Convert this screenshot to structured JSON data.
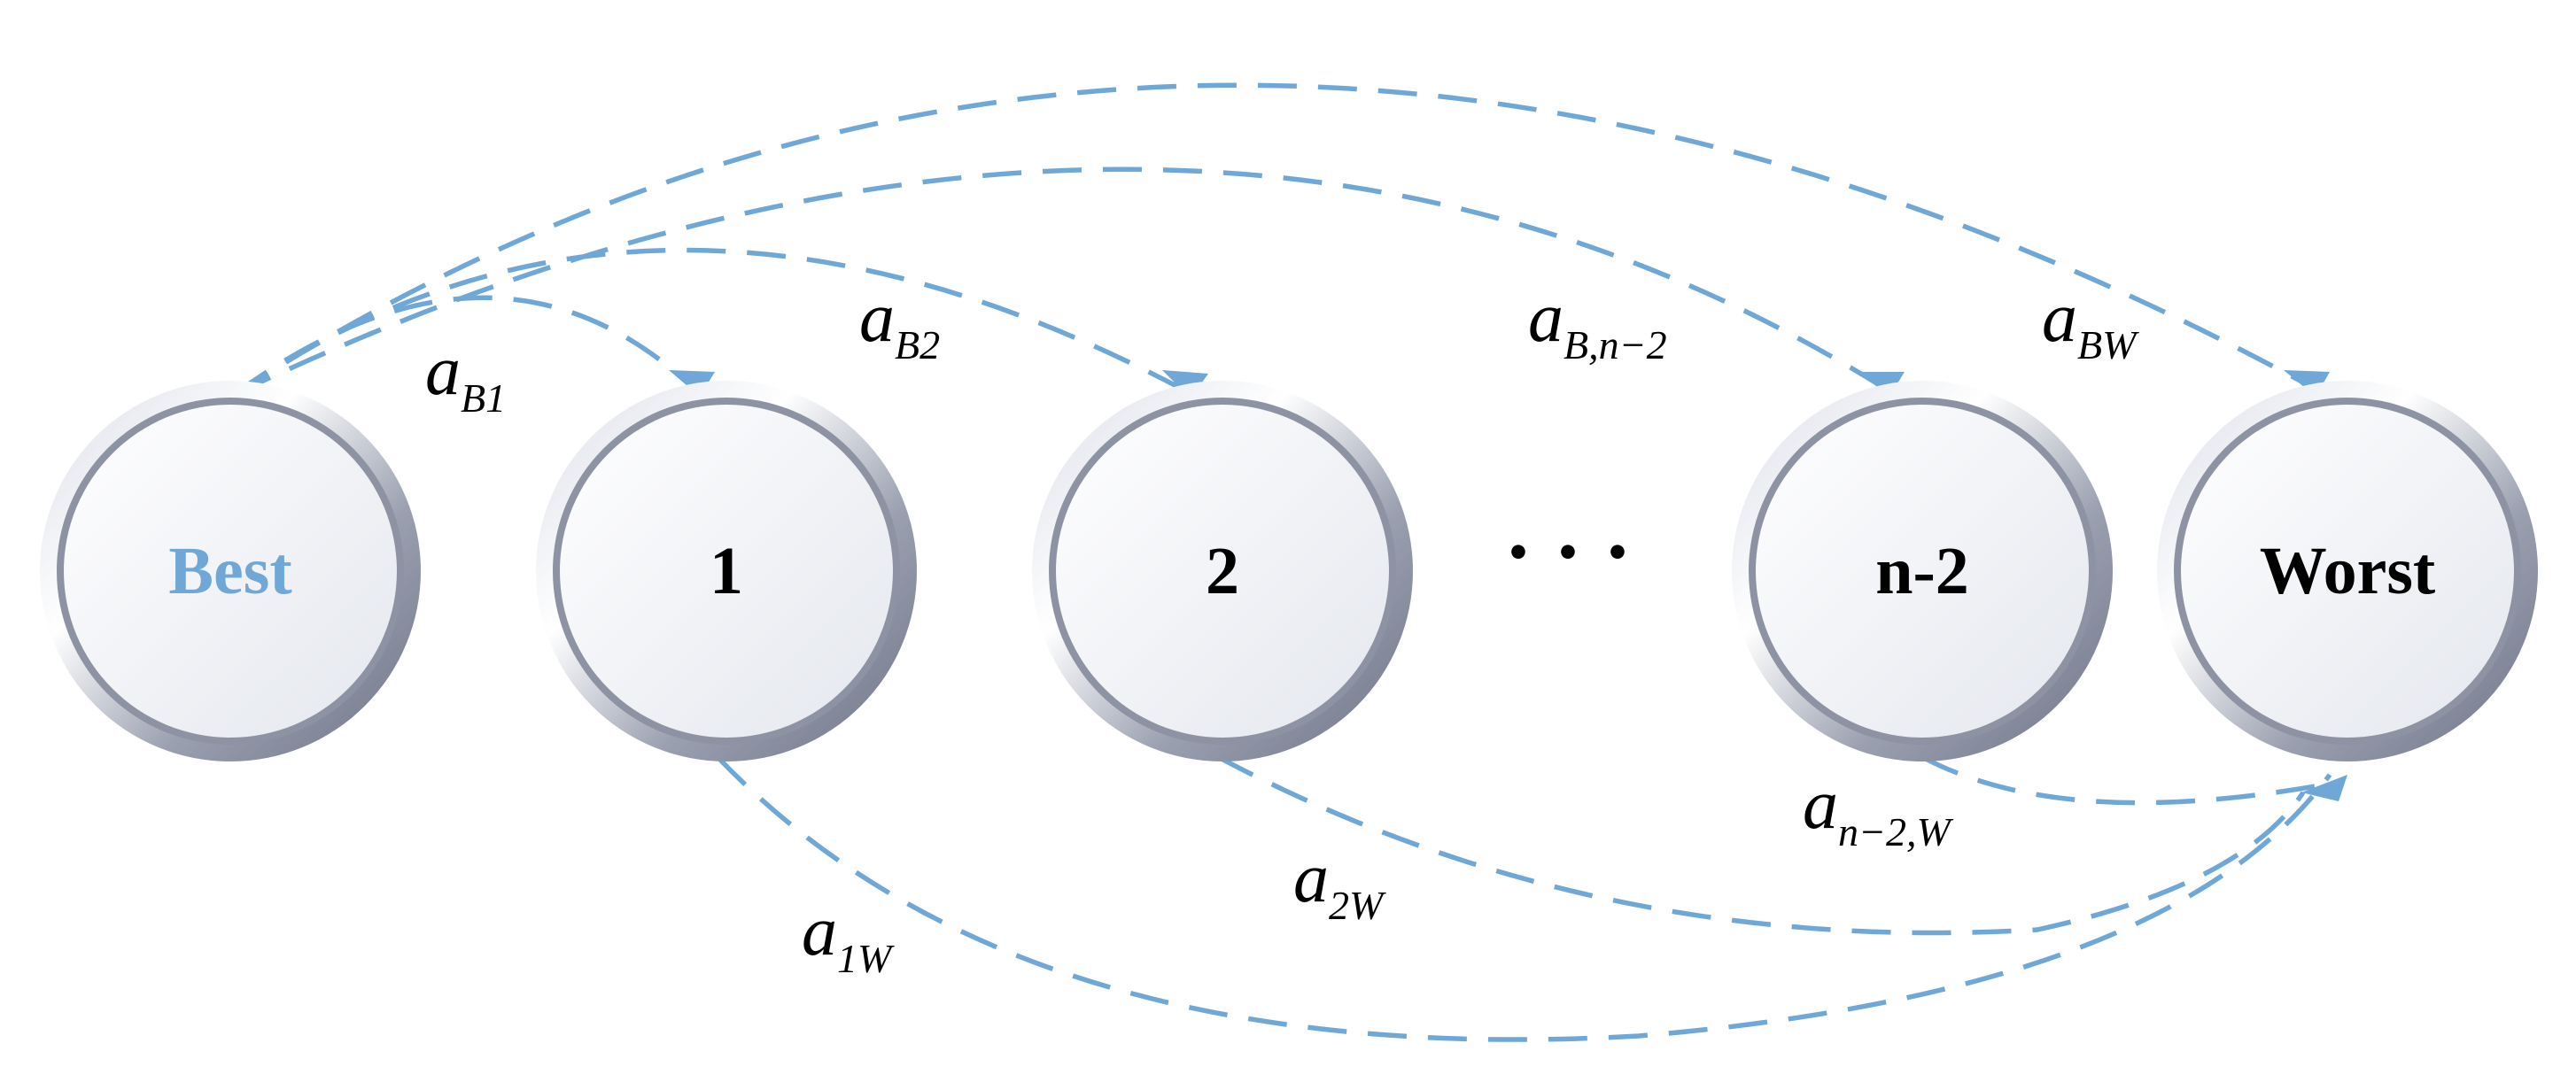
{
  "colors": {
    "accent": "#6fa8d6",
    "node_text": "#000000",
    "ring_dark": "#8a8f9e",
    "ring_light": "#f2f4f8"
  },
  "nodes": [
    {
      "id": "best",
      "label": "Best",
      "highlight": true
    },
    {
      "id": "n1",
      "label": "1",
      "highlight": false
    },
    {
      "id": "n2",
      "label": "2",
      "highlight": false
    },
    {
      "id": "nm2",
      "label": "n-2",
      "highlight": false
    },
    {
      "id": "worst",
      "label": "Worst",
      "highlight": false
    }
  ],
  "ellipsis": "· · ·",
  "edge_labels": {
    "aB1": {
      "main": "a",
      "sub": "B1"
    },
    "aB2": {
      "main": "a",
      "sub": "B2"
    },
    "aBn2": {
      "main": "a",
      "sub": "B,n−2"
    },
    "aBW": {
      "main": "a",
      "sub": "BW"
    },
    "a1W": {
      "main": "a",
      "sub": "1W"
    },
    "a2W": {
      "main": "a",
      "sub": "2W"
    },
    "an2W": {
      "main": "a",
      "sub": "n−2,W"
    }
  }
}
